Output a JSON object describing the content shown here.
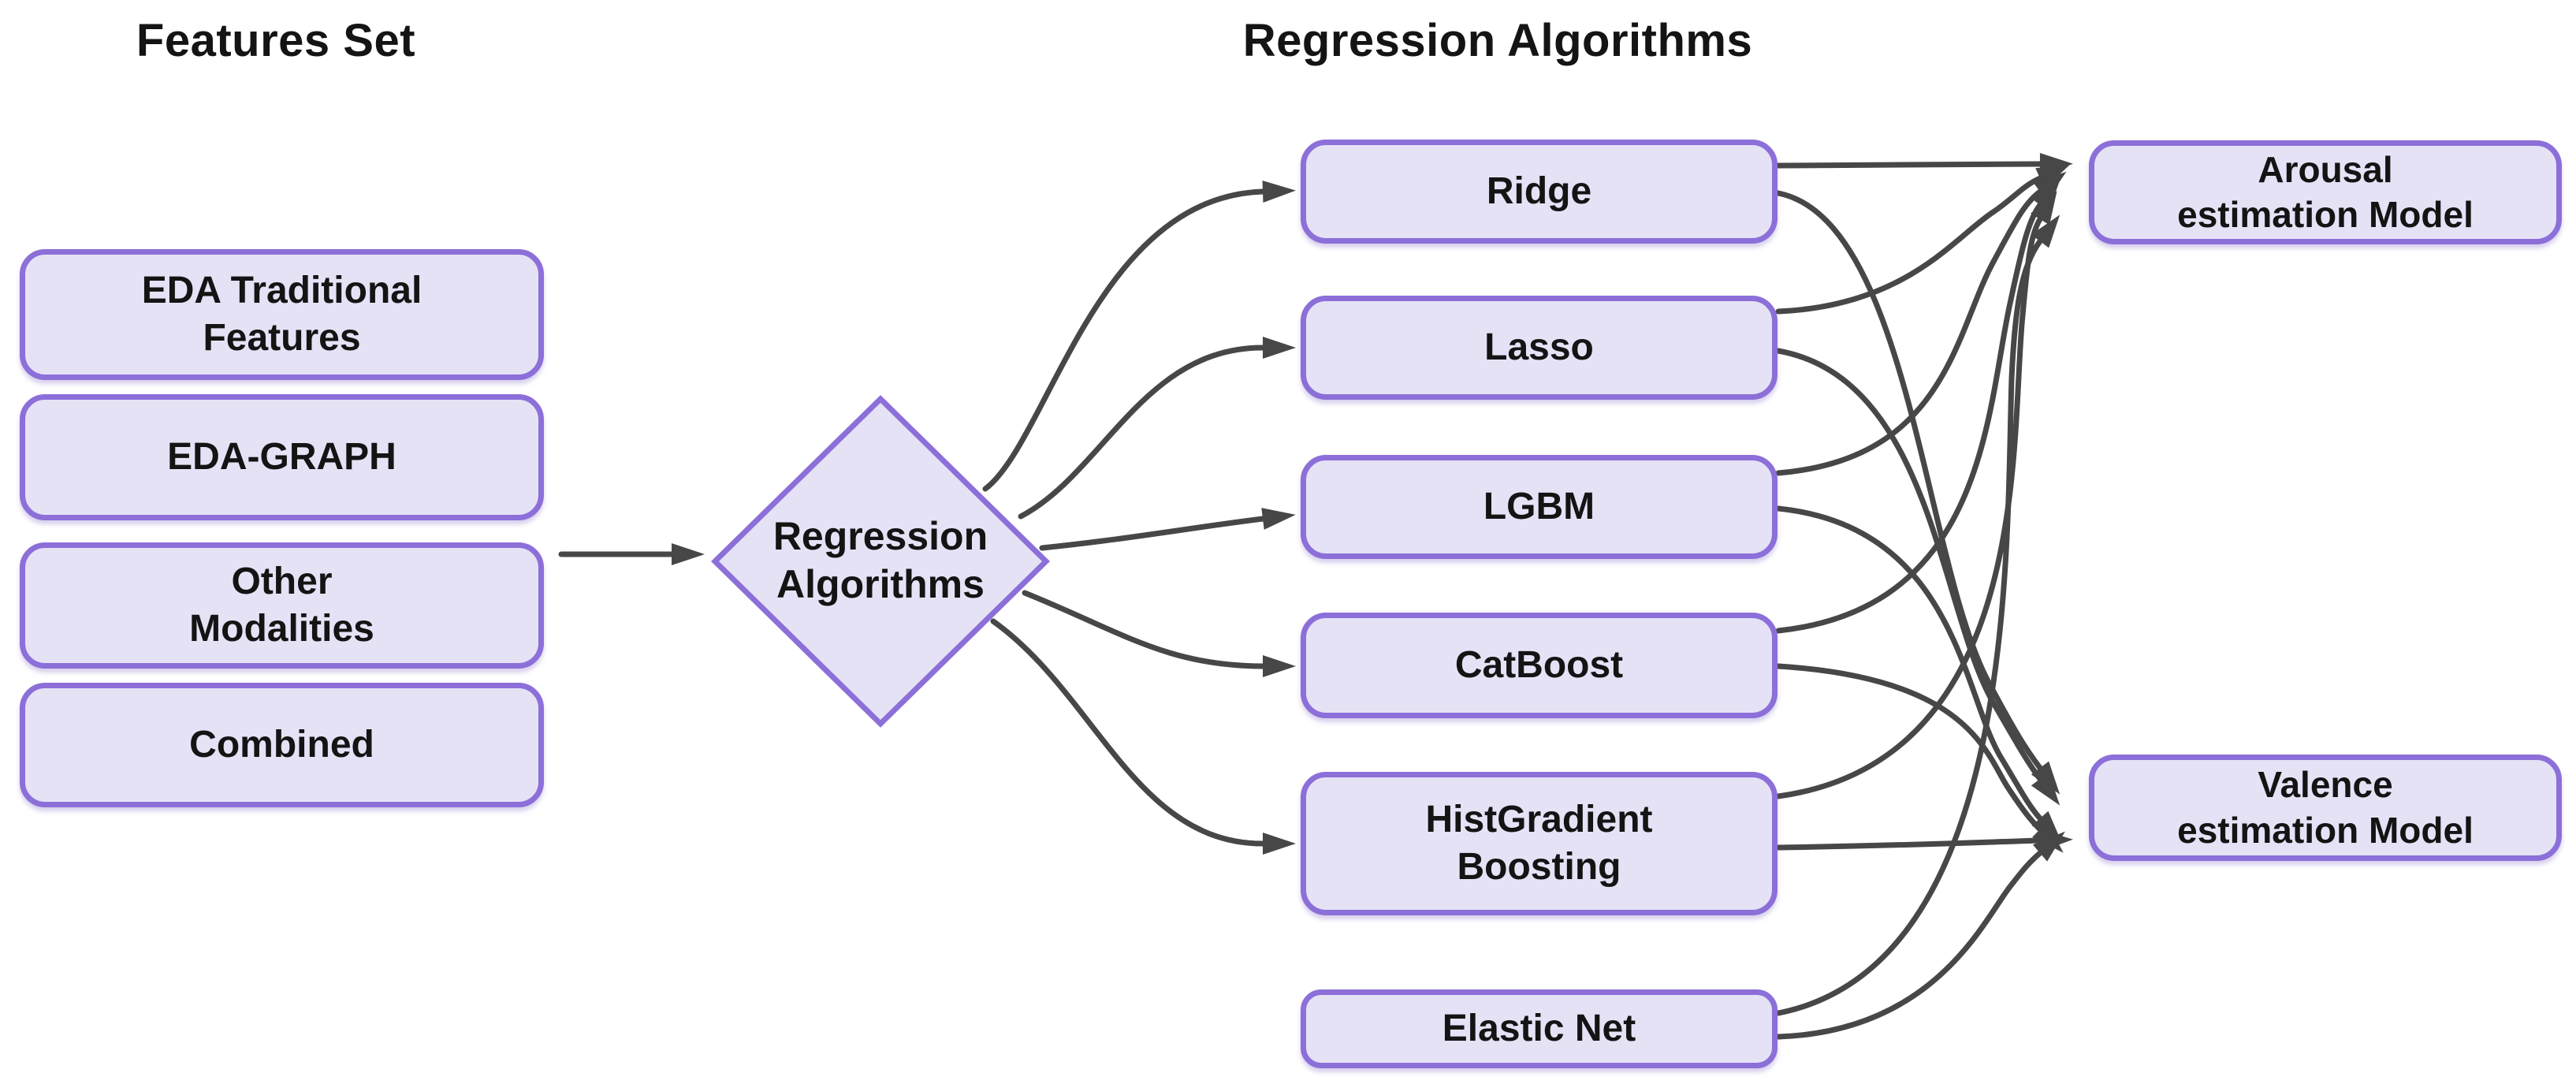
{
  "colors": {
    "box_fill": "#e5e2f6",
    "box_border": "#8c6fd8",
    "arrow": "#474747",
    "text": "#141414",
    "background": "#ffffff"
  },
  "headers": {
    "features_set": "Features Set",
    "regression_algorithms": "Regression Algorithms"
  },
  "features_set": {
    "items": [
      {
        "label": "EDA Traditional\nFeatures"
      },
      {
        "label": "EDA-GRAPH"
      },
      {
        "label": "Other\nModalities"
      },
      {
        "label": "Combined"
      }
    ]
  },
  "decision": {
    "label": "Regression\nAlgorithms"
  },
  "algorithms": {
    "items": [
      {
        "label": "Ridge"
      },
      {
        "label": "Lasso"
      },
      {
        "label": "LGBM"
      },
      {
        "label": "CatBoost"
      },
      {
        "label": "HistGradient\nBoosting"
      },
      {
        "label": "Elastic Net"
      }
    ]
  },
  "models": {
    "items": [
      {
        "label": "Arousal\nestimation Model"
      },
      {
        "label": "Valence\nestimation Model"
      }
    ]
  }
}
